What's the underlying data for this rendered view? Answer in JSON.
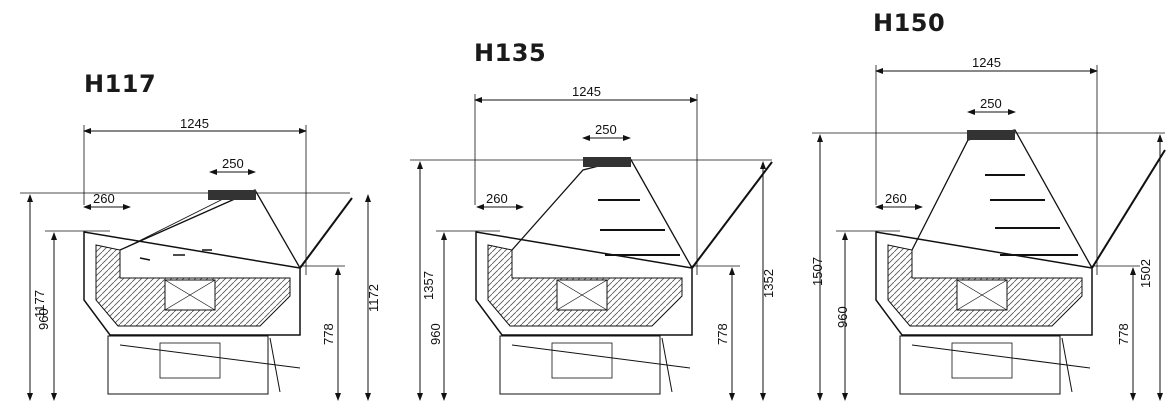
{
  "views": [
    {
      "title": "H117",
      "width_total": "1245",
      "top_shelf": "250",
      "left_inset": "260",
      "height_total": "1177",
      "height_counter": "960",
      "height_front": "778",
      "height_glass": "1172"
    },
    {
      "title": "H135",
      "width_total": "1245",
      "top_shelf": "250",
      "left_inset": "260",
      "height_total": "1357",
      "height_counter": "960",
      "height_front": "778",
      "height_glass": "1352"
    },
    {
      "title": "H150",
      "width_total": "1245",
      "top_shelf": "250",
      "left_inset": "260",
      "height_total": "1507",
      "height_counter": "960",
      "height_front": "778",
      "height_glass": "1502"
    }
  ]
}
